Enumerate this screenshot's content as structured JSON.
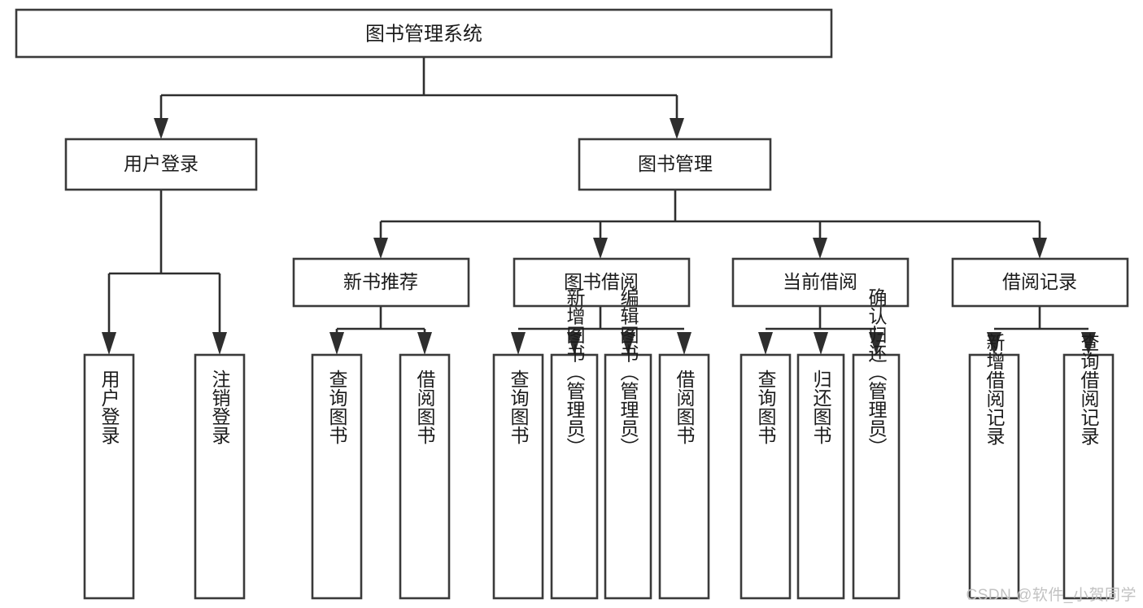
{
  "diagram": {
    "type": "tree-hierarchy-chart",
    "title": "图书管理系统",
    "watermark": "CSDN @软件_小贺同学",
    "colors": {
      "box_stroke": "#3a3a3a",
      "box_fill": "#ffffff",
      "connector": "#2e2e2e",
      "text": "#1b1b1b",
      "watermark": "#c2c2c2",
      "background": "#ffffff"
    },
    "root": {
      "label": "图书管理系统"
    },
    "level2": [
      {
        "label": "用户登录"
      },
      {
        "label": "图书管理"
      }
    ],
    "level3": [
      {
        "label": "新书推荐"
      },
      {
        "label": "图书借阅"
      },
      {
        "label": "当前借阅"
      },
      {
        "label": "借阅记录"
      }
    ],
    "leaves": {
      "user_login": [
        {
          "label": "用户登录"
        },
        {
          "label": "注销登录"
        }
      ],
      "new_book_recommend": [
        {
          "label": "查询图书"
        },
        {
          "label": "借阅图书"
        }
      ],
      "book_borrow": [
        {
          "label": "查询图书"
        },
        {
          "label": "新增图书（管理员）"
        },
        {
          "label": "编辑图书（管理员）"
        },
        {
          "label": "借阅图书"
        }
      ],
      "current_borrow": [
        {
          "label": "查询图书"
        },
        {
          "label": "归还图书"
        },
        {
          "label": "确认归还（管理员）"
        }
      ],
      "borrow_record": [
        {
          "label": "新增借阅记录"
        },
        {
          "label": "查询借阅记录"
        }
      ]
    }
  }
}
